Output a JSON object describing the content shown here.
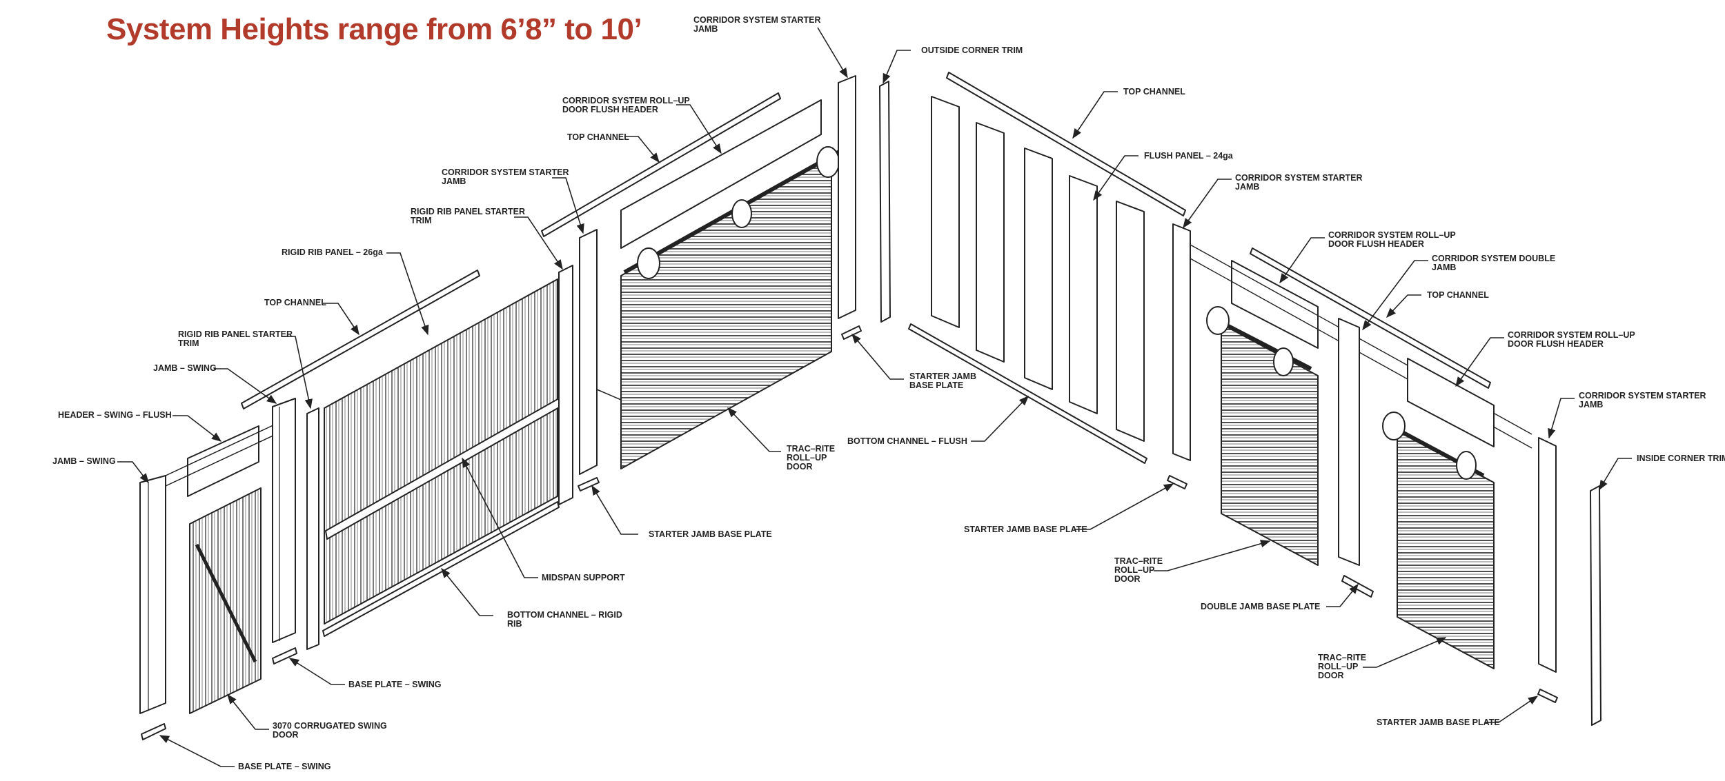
{
  "title": "System Heights range from 6’8” to 10’",
  "labels": [
    {
      "id": "corridor-starter-jamb-top",
      "lines": [
        "CORRIDOR SYSTEM STARTER",
        "JAMB"
      ]
    },
    {
      "id": "outside-corner-trim",
      "lines": [
        "OUTSIDE CORNER TRIM"
      ]
    },
    {
      "id": "corridor-rollup-header-1",
      "lines": [
        "CORRIDOR SYSTEM ROLL–UP",
        "DOOR FLUSH HEADER"
      ]
    },
    {
      "id": "top-channel-1",
      "lines": [
        "TOP CHANNEL"
      ]
    },
    {
      "id": "corridor-starter-jamb-mid",
      "lines": [
        "CORRIDOR SYSTEM STARTER",
        "JAMB"
      ]
    },
    {
      "id": "rigid-rib-starter-trim-1",
      "lines": [
        "RIGID RIB PANEL STARTER",
        "TRIM"
      ]
    },
    {
      "id": "rigid-rib-panel",
      "lines": [
        "RIGID RIB PANEL – 26ga"
      ]
    },
    {
      "id": "top-channel-2",
      "lines": [
        "TOP CHANNEL"
      ]
    },
    {
      "id": "rigid-rib-starter-trim-2",
      "lines": [
        "RIGID RIB PANEL STARTER",
        "TRIM"
      ]
    },
    {
      "id": "jamb-swing-1",
      "lines": [
        "JAMB – SWING"
      ]
    },
    {
      "id": "header-swing-flush",
      "lines": [
        "HEADER – SWING – FLUSH"
      ]
    },
    {
      "id": "jamb-swing-2",
      "lines": [
        "JAMB – SWING"
      ]
    },
    {
      "id": "top-channel-3",
      "lines": [
        "TOP CHANNEL"
      ]
    },
    {
      "id": "flush-panel",
      "lines": [
        "FLUSH PANEL – 24ga"
      ]
    },
    {
      "id": "corridor-starter-jamb-right",
      "lines": [
        "CORRIDOR SYSTEM STARTER",
        "JAMB"
      ]
    },
    {
      "id": "corridor-rollup-header-2",
      "lines": [
        "CORRIDOR SYSTEM ROLL–UP",
        "DOOR FLUSH HEADER"
      ]
    },
    {
      "id": "corridor-double-jamb",
      "lines": [
        "CORRIDOR SYSTEM DOUBLE",
        "JAMB"
      ]
    },
    {
      "id": "top-channel-4",
      "lines": [
        "TOP CHANNEL"
      ]
    },
    {
      "id": "corridor-rollup-header-3",
      "lines": [
        "CORRIDOR SYSTEM ROLL–UP",
        "DOOR FLUSH HEADER"
      ]
    },
    {
      "id": "corridor-starter-jamb-far",
      "lines": [
        "CORRIDOR SYSTEM STARTER",
        "JAMB"
      ]
    },
    {
      "id": "inside-corner-trim",
      "lines": [
        "INSIDE CORNER TRIM"
      ]
    },
    {
      "id": "starter-jamb-base-plate-1",
      "lines": [
        "STARTER JAMB",
        "BASE PLATE"
      ]
    },
    {
      "id": "bottom-channel-flush",
      "lines": [
        "BOTTOM CHANNEL – FLUSH"
      ]
    },
    {
      "id": "trac-rite-door-1",
      "lines": [
        "TRAC–RITE",
        "ROLL–UP",
        "DOOR"
      ]
    },
    {
      "id": "starter-jamb-base-plate-2",
      "lines": [
        "STARTER JAMB BASE PLATE"
      ]
    },
    {
      "id": "starter-jamb-base-plate-3",
      "lines": [
        "STARTER JAMB BASE PLATE"
      ]
    },
    {
      "id": "midspan-support",
      "lines": [
        "MIDSPAN SUPPORT"
      ]
    },
    {
      "id": "trac-rite-door-2",
      "lines": [
        "TRAC–RITE",
        "ROLL–UP",
        "DOOR"
      ]
    },
    {
      "id": "bottom-channel-rigid-rib",
      "lines": [
        "BOTTOM CHANNEL – RIGID",
        "RIB"
      ]
    },
    {
      "id": "double-jamb-base-plate",
      "lines": [
        "DOUBLE JAMB BASE PLATE"
      ]
    },
    {
      "id": "base-plate-swing-1",
      "lines": [
        "BASE PLATE – SWING"
      ]
    },
    {
      "id": "trac-rite-door-3",
      "lines": [
        "TRAC–RITE",
        "ROLL–UP",
        "DOOR"
      ]
    },
    {
      "id": "corrugated-swing-door",
      "lines": [
        "3070 CORRUGATED SWING",
        "DOOR"
      ]
    },
    {
      "id": "starter-jamb-base-plate-4",
      "lines": [
        "STARTER JAMB BASE PLATE"
      ]
    },
    {
      "id": "base-plate-swing-2",
      "lines": [
        "BASE PLATE – SWING"
      ]
    }
  ]
}
